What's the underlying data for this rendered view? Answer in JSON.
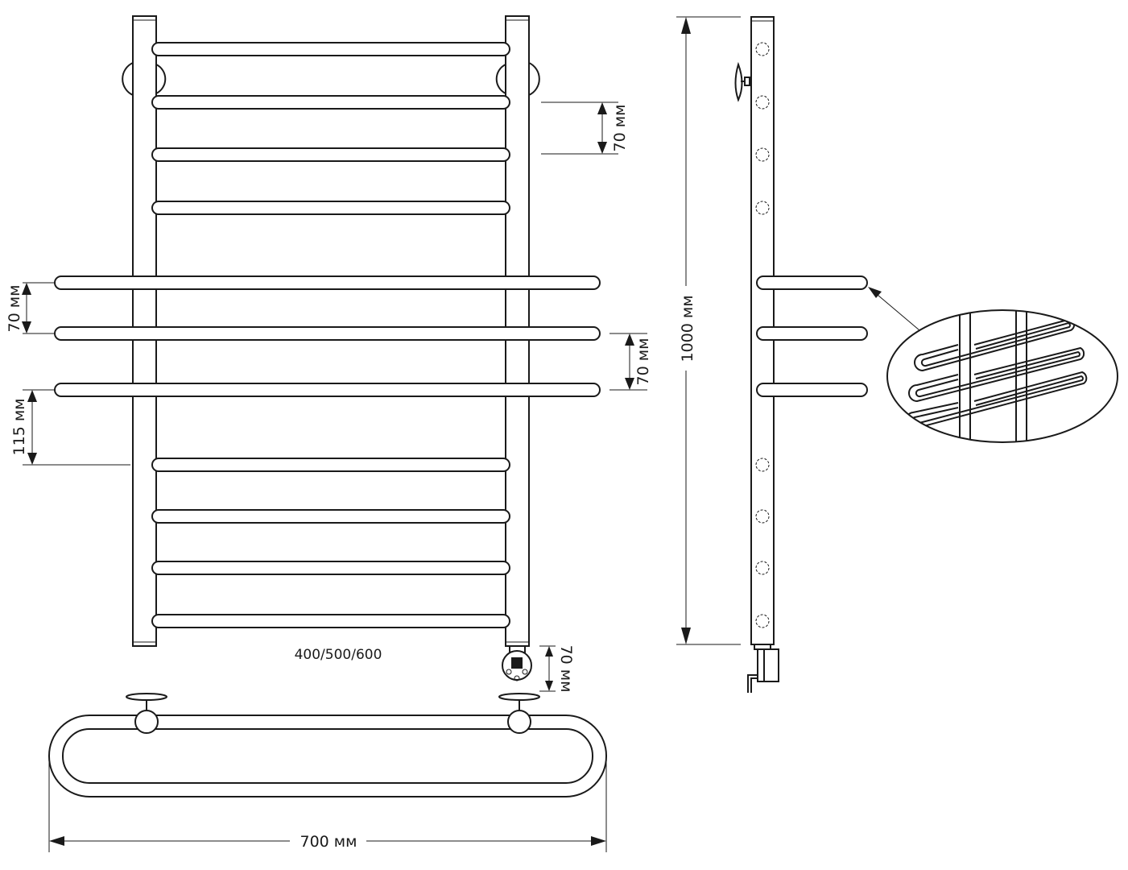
{
  "dimensions": {
    "rung_spacing_top": "70 мм",
    "towel_spacing_left": "70 мм",
    "towel_spacing_right": "70 мм",
    "towel_to_rung_gap": "115 мм",
    "heater_height": "70 мм",
    "total_height": "1000 мм",
    "total_width": "700 мм",
    "center_distance_options": "400/500/600"
  },
  "colors": {
    "line": "#1a1a1a",
    "background": "#ffffff"
  }
}
